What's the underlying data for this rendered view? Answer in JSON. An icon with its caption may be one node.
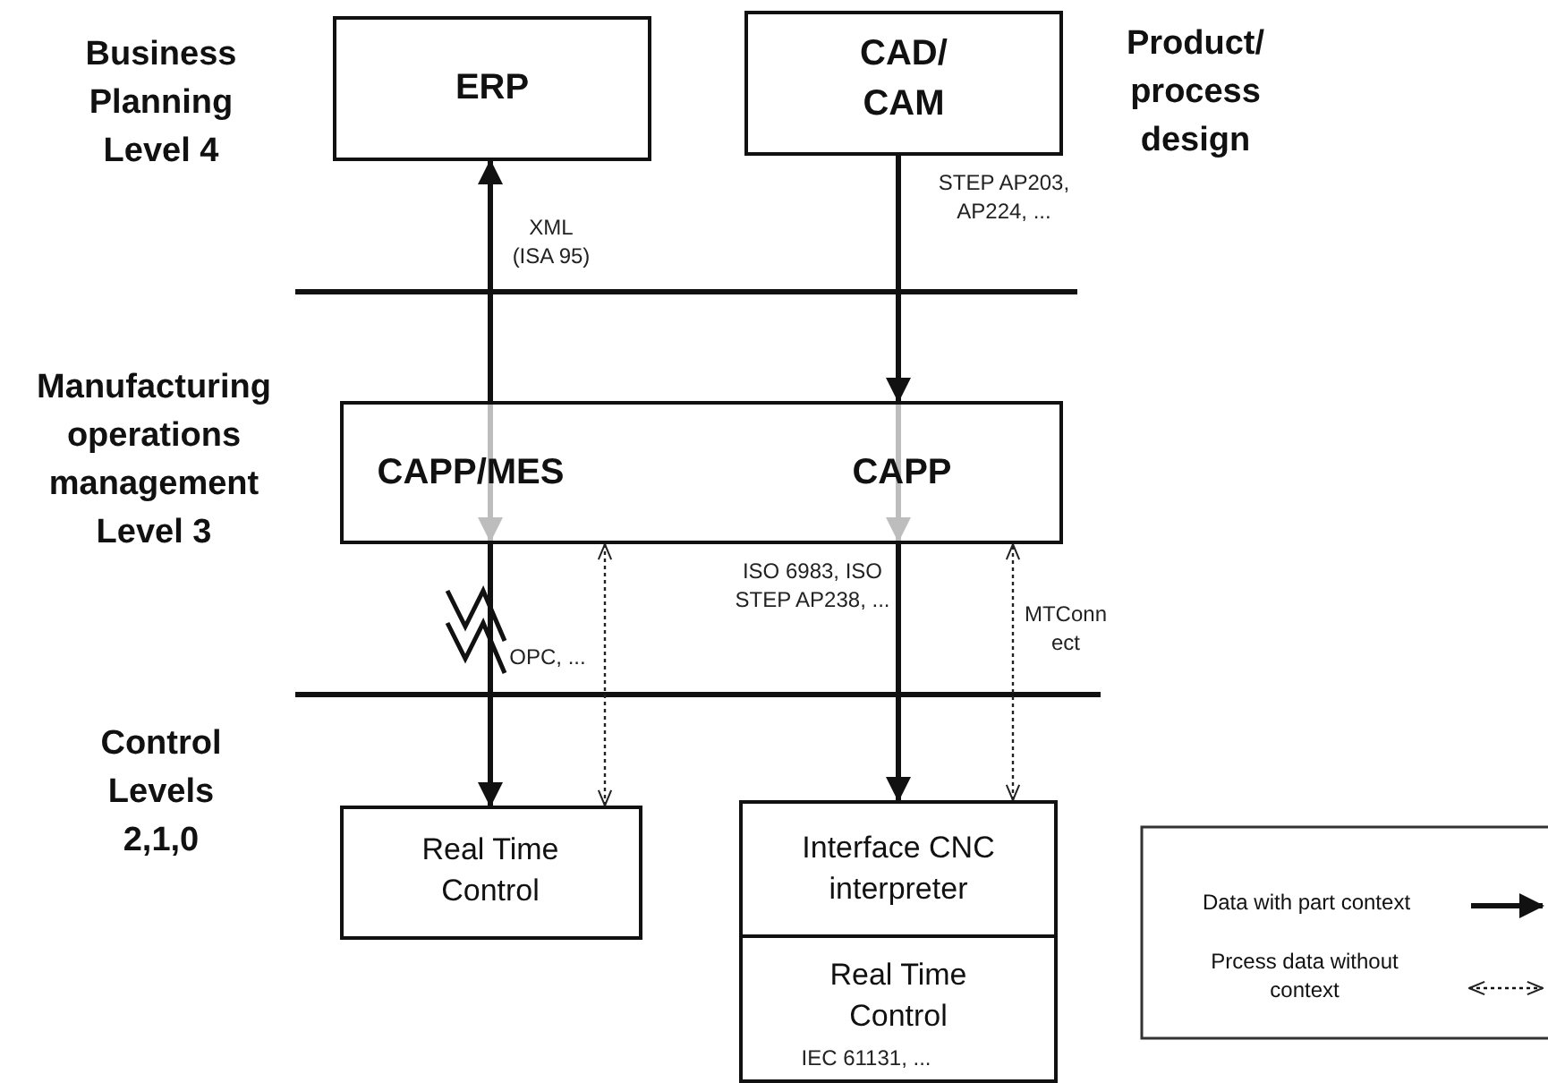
{
  "diagram": {
    "nodes": [
      {
        "text": [
          "ERP"
        ]
      },
      {
        "text": [
          "CAD/ CAM"
        ]
      },
      {
        "text": [
          "CAPP/MES",
          "CAPP"
        ]
      },
      {
        "text": [
          "Real Time Control"
        ]
      },
      {
        "text": [
          "Interface CNC interpreter"
        ]
      },
      {
        "text": [
          "Real Time Control",
          "IEC 61131, ..."
        ]
      }
    ],
    "edges": [
      {
        "from": 2,
        "to": 0,
        "arrow": "to",
        "label": "XML (ISA 95)"
      },
      {
        "from": 1,
        "to": 2,
        "arrow": "to",
        "label": "STEP AP203, AP224, ..."
      },
      {
        "from": 2,
        "to": 3,
        "arrow": "to",
        "label": "OPC, ..."
      },
      {
        "from": 3,
        "to": 2,
        "arrow": "both",
        "style": "dashed"
      },
      {
        "from": 2,
        "to": 4,
        "arrow": "to",
        "label": "ISO 6983, ISO STEP AP238, ..."
      },
      {
        "from": 4,
        "to": 2,
        "arrow": "both",
        "style": "dashed",
        "label": "MTConnect"
      }
    ],
    "labels": [
      "Business Planning Level 4",
      "Product/ process design",
      "Manufacturing operations management Level 3",
      "Control Levels 2,1,0"
    ],
    "legend": [
      {
        "text": "Data with part context"
      },
      {
        "text": "Prcess data without context"
      }
    ]
  }
}
